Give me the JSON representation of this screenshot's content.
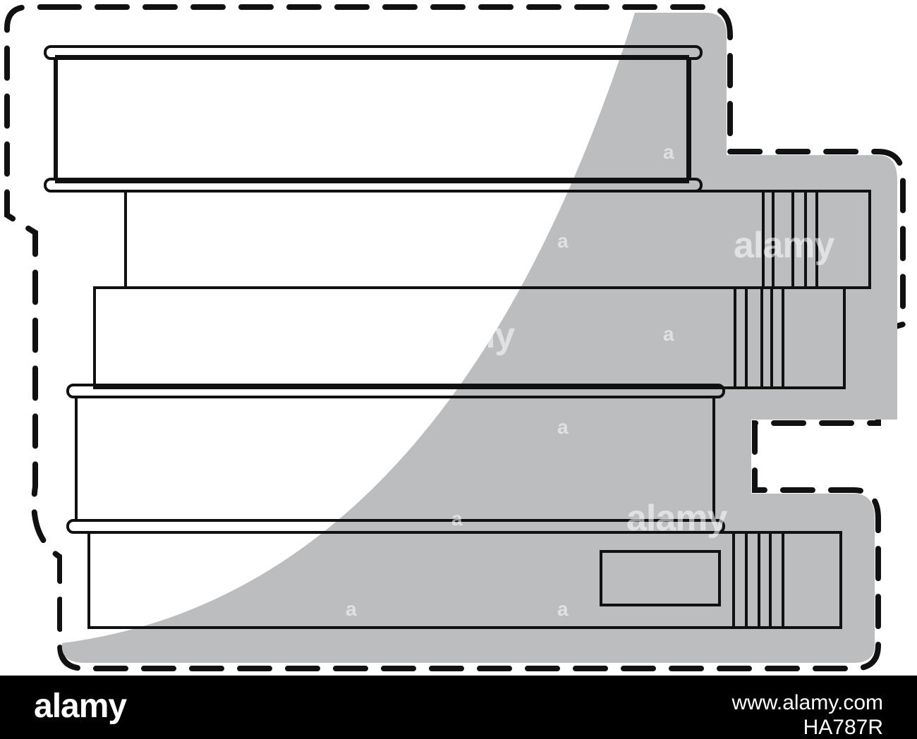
{
  "watermark": {
    "brand": "alamy",
    "letter": "a",
    "fragment": "my"
  },
  "footer": {
    "logo": "alamy",
    "image_id_line1": "www.alamy.com",
    "image_id_line2": "HA787R"
  },
  "colors": {
    "outline": "#111111",
    "shadow": "#bcbdbf",
    "fill": "#ffffff",
    "footer_bg": "#000000"
  },
  "icons": [
    "book-stack-icon"
  ]
}
